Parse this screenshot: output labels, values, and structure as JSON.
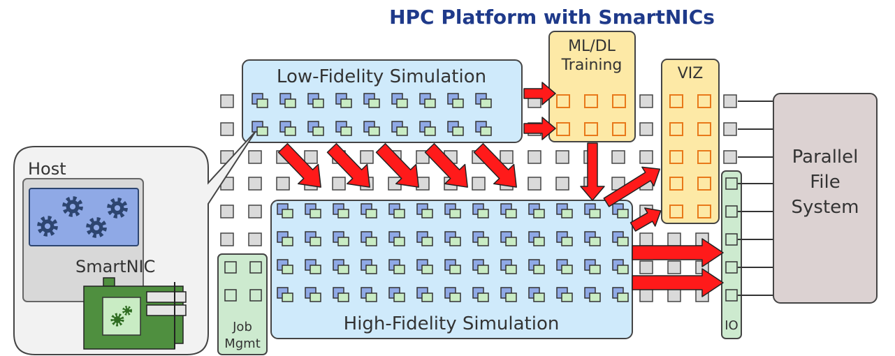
{
  "title": "HPC Platform with SmartNICs",
  "labels": {
    "low_fidelity": "Low-Fidelity Simulation",
    "high_fidelity": "High-Fidelity Simulation",
    "ml_line1": "ML/DL",
    "ml_line2": "Training",
    "viz": "VIZ",
    "io": "IO",
    "job_line1": "Job",
    "job_line2": "Mgmt",
    "pfs_line1": "Parallel",
    "pfs_line2": "File",
    "pfs_line3": "System",
    "host": "Host",
    "smartnic": "SmartNIC"
  },
  "colors": {
    "title": "#1f3a8a",
    "simulation_fill": "#cfeafb",
    "simulation_node_back": "#8fa9e6",
    "simulation_node_front": "#c9ecc4",
    "ml_viz_fill": "#fde9a6",
    "ml_viz_node": "#e8791a",
    "io_job_fill": "#cdeacf",
    "node_grey": "#dadada",
    "pfs_fill": "#dcd2d2",
    "arrow": "#ff1a1a",
    "host_gear_panel": "#8fa9e6",
    "nic_card": "#4f8f3f",
    "gear": "#2d4570"
  }
}
